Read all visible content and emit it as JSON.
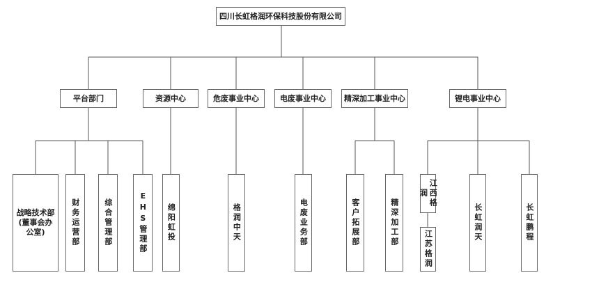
{
  "org_chart": {
    "root": "四川长虹格润环保科技股份有限公司",
    "divisions": [
      {
        "name": "平台部门",
        "units": [
          "战略技术部\n(董事会办\n公室)",
          "财务运营部",
          "综合管理部",
          "EHS管理部"
        ]
      },
      {
        "name": "资源中心",
        "units": [
          "绵阳虹投"
        ]
      },
      {
        "name": "危废事业中心",
        "units": [
          "格润中天"
        ]
      },
      {
        "name": "电废事业中心",
        "units": [
          "电废业务部"
        ]
      },
      {
        "name": "精深加工事业中心",
        "units": [
          "客户拓展部",
          "精深加工部"
        ]
      },
      {
        "name": "锂电事业中心",
        "units": [
          "江西格润",
          "江苏格润",
          "长虹润天",
          "长虹鹏程"
        ]
      }
    ]
  }
}
